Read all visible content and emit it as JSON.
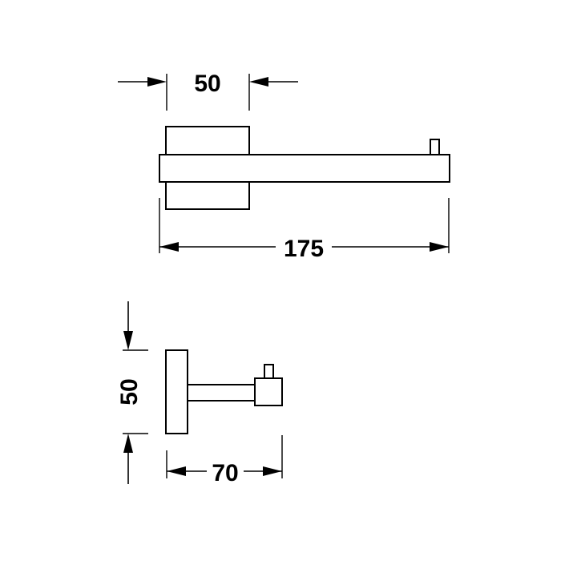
{
  "colors": {
    "stroke": "#000000",
    "background": "#ffffff"
  },
  "top_view": {
    "width_dimension": "50",
    "length_dimension": "175"
  },
  "side_view": {
    "height_dimension": "50",
    "depth_dimension": "70"
  }
}
